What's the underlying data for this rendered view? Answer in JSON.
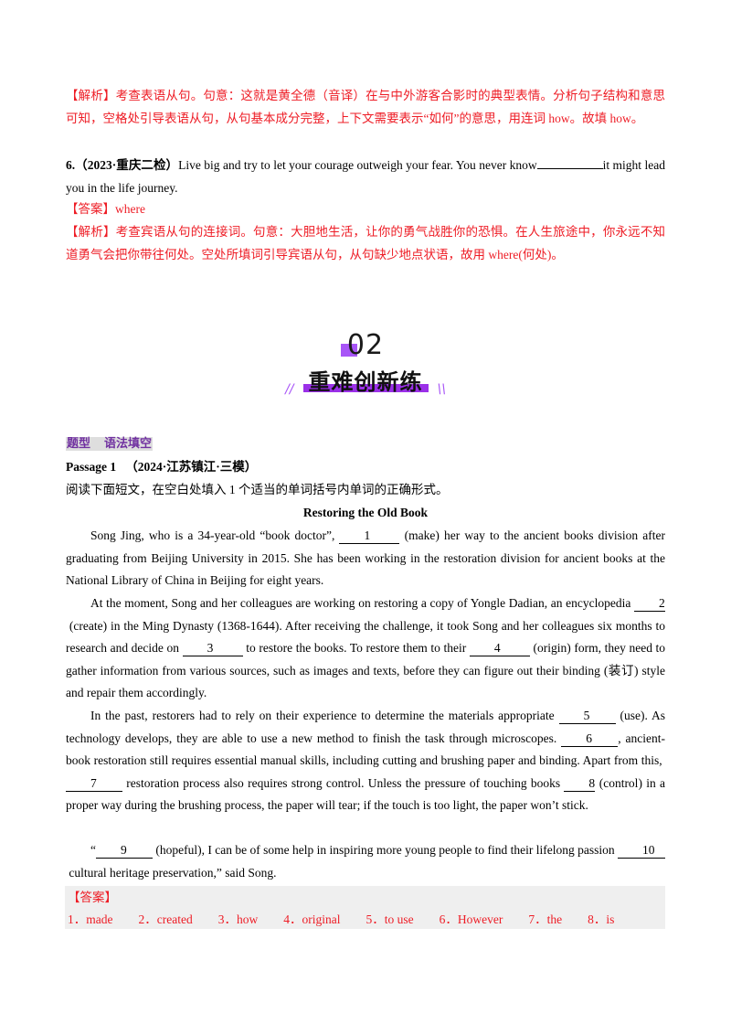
{
  "q5_analysis": {
    "label": "【解析】",
    "text": "考查表语从句。句意：这就是黄全德（音译）在与中外游客合影时的典型表情。分析句子结构和意思可知，空格处引导表语从句，从句基本成分完整，上下文需要表示“如何”的意思，用连词 how。故填 how。"
  },
  "q6": {
    "number": "6.",
    "source": "（2023·重庆二检）",
    "stem_before": "Live big and try to let your courage outweigh your fear. You never know",
    "blank": "",
    "stem_after": "it might lead you in the life journey.",
    "answer_label": "【答案】",
    "answer": "where",
    "analysis_label": "【解析】",
    "analysis": "考查宾语从句的连接词。句意：大胆地生活，让你的勇气战胜你的恐惧。在人生旅途中，你永远不知道勇气会把你带往何处。空处所填词引导宾语从句，从句缺少地点状语，故用 where(何处)。"
  },
  "section": {
    "number": "02",
    "title": "重难创新练",
    "accent_color": "#9b30e8"
  },
  "exercise": {
    "type_label": "题型",
    "type_name": "语法填空",
    "passage_label": "Passage 1",
    "passage_source": "（2024·江苏镇江·三模）",
    "instruction": "阅读下面短文，在空白处填入 1 个适当的单词括号内单词的正确形式。",
    "title": "Restoring the Old Book",
    "p1": {
      "a": "Song Jing, who is a 34-year-old “book doctor”,",
      "b1": "1",
      "c": "(make) her way to the ancient books division after graduating from Beijing University in 2015. She has been working in the restoration division for ancient books at the National Library of China in Beijing for eight years."
    },
    "p2": {
      "a": "At the moment, Song and her colleagues are working on restoring a copy of Yongle Dadian, an encyclopedia",
      "b2": "2",
      "c": "(create) in the Ming Dynasty (1368-1644). After receiving the challenge, it took Song and her colleagues six months to research and decide on",
      "b3": "3",
      "d": "to restore the books. To restore them to their",
      "b4": "4",
      "e": "(origin) form, they need to gather information from various sources, such as images and texts, before they can figure out their binding (装订) style and repair them accordingly."
    },
    "p3": {
      "a": "In the past, restorers had to rely on their experience to determine the materials appropriate",
      "b5": "5",
      "c": "(use). As technology develops, they are able to use a new method to finish the task through microscopes.",
      "b6": "6",
      "d": ", ancient-book restoration still requires essential manual skills, including cutting and brushing paper and binding. Apart from this,",
      "b7": "7",
      "e": "restoration process also requires strong control. Unless the pressure of touching books",
      "b8": "8",
      "f": "(control) in a proper way during the brushing process, the paper will tear; if the touch is too light, the paper won’t stick."
    },
    "p4": {
      "a": "“",
      "b9": "9",
      "c": "(hopeful), I can be of some help in inspiring more young people to find their lifelong passion",
      "b10": "10",
      "d": "cultural heritage preservation,” said Song."
    },
    "answer_label": "【答案】",
    "answers": [
      "1．made",
      "2．created",
      "3．how",
      "4．original",
      "5．to use",
      "6．However",
      "7．the",
      "8．is"
    ]
  }
}
